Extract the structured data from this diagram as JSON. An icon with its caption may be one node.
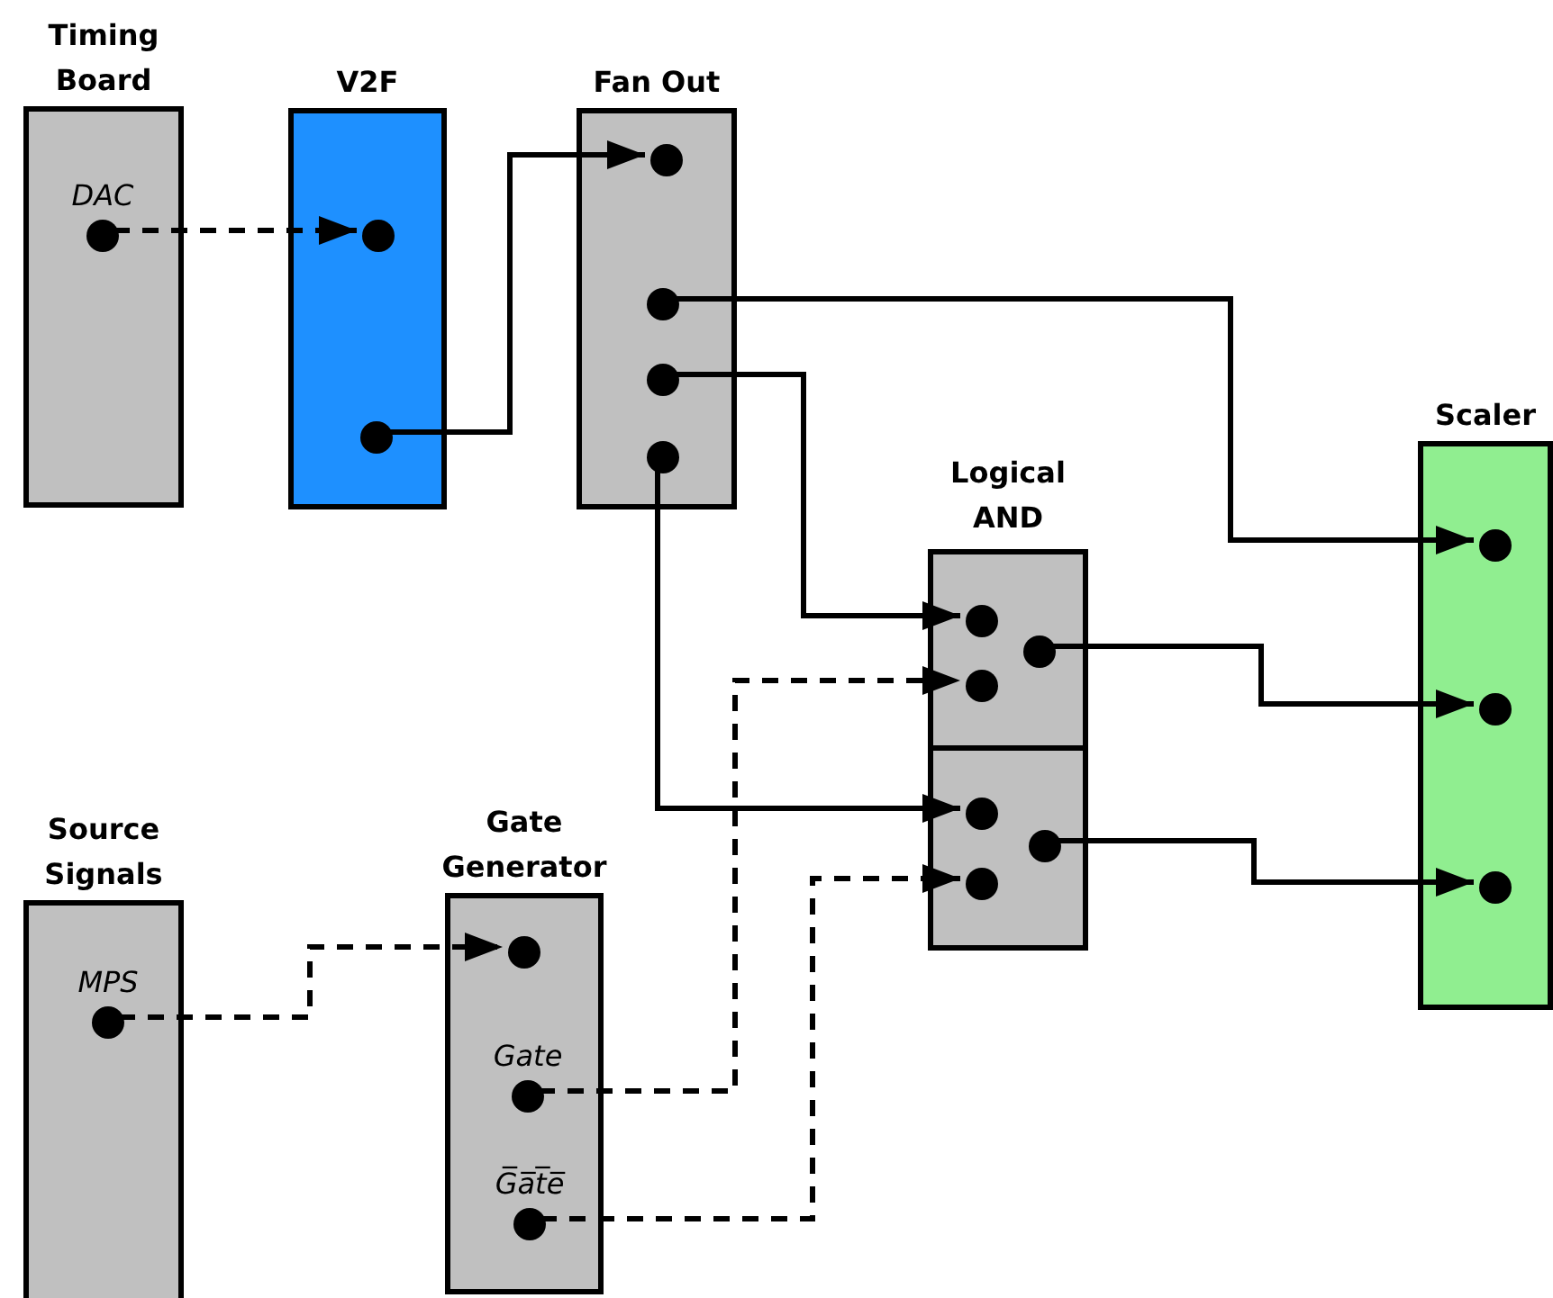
{
  "diagram": {
    "nodes": [
      {
        "text": [
          "Timing Board"
        ]
      },
      {
        "text": [],
        "shape": "circle",
        "in": 0,
        "beside": [
          "DAC"
        ]
      },
      {
        "text": [
          "V2F"
        ]
      },
      {
        "text": [],
        "shape": "circle",
        "in": 2
      },
      {
        "text": [],
        "shape": "circle",
        "in": 2
      },
      {
        "text": [
          "Fan Out"
        ]
      },
      {
        "text": [],
        "shape": "circle",
        "in": 5
      },
      {
        "text": [],
        "shape": "circle",
        "in": 5
      },
      {
        "text": [],
        "shape": "circle",
        "in": 5
      },
      {
        "text": [],
        "shape": "circle",
        "in": 5
      },
      {
        "text": [
          "Logical AND"
        ]
      },
      {
        "text": [],
        "shape": "box",
        "in": 10
      },
      {
        "text": [],
        "shape": "circle",
        "in": 11
      },
      {
        "text": [],
        "shape": "circle",
        "in": 11
      },
      {
        "text": [],
        "shape": "circle",
        "in": 11
      },
      {
        "text": [],
        "shape": "box",
        "in": 10
      },
      {
        "text": [],
        "shape": "circle",
        "in": 15
      },
      {
        "text": [],
        "shape": "circle",
        "in": 15
      },
      {
        "text": [],
        "shape": "circle",
        "in": 15
      },
      {
        "text": [
          "Scaler"
        ]
      },
      {
        "text": [],
        "shape": "circle",
        "in": 19
      },
      {
        "text": [],
        "shape": "circle",
        "in": 19
      },
      {
        "text": [],
        "shape": "circle",
        "in": 19
      },
      {
        "text": [
          "Source Signals"
        ]
      },
      {
        "text": [],
        "shape": "circle",
        "in": 23,
        "beside": [
          "MPS"
        ]
      },
      {
        "text": [
          "Gate Generator"
        ]
      },
      {
        "text": [],
        "shape": "circle",
        "in": 25
      },
      {
        "text": [],
        "shape": "circle",
        "in": 25,
        "beside": [
          "Gate"
        ]
      },
      {
        "text": [],
        "shape": "circle",
        "in": 25,
        "beside": [
          "G̅a̅t̅e̅"
        ]
      }
    ],
    "edges": [
      {
        "from": 1,
        "to": 3,
        "arrow": "to",
        "style": "dashed"
      },
      {
        "from": 4,
        "to": 6,
        "arrow": "to"
      },
      {
        "from": 7,
        "to": 20,
        "arrow": "to"
      },
      {
        "from": 8,
        "to": 12,
        "arrow": "to"
      },
      {
        "from": 9,
        "to": 16,
        "arrow": "to"
      },
      {
        "from": 14,
        "to": 21,
        "arrow": "to"
      },
      {
        "from": 18,
        "to": 22,
        "arrow": "to"
      },
      {
        "from": 24,
        "to": 26,
        "arrow": "to",
        "style": "dashed"
      },
      {
        "from": 27,
        "to": 13,
        "arrow": "to",
        "style": "dashed"
      },
      {
        "from": 28,
        "to": 17,
        "arrow": "to",
        "style": "dashed"
      }
    ]
  }
}
